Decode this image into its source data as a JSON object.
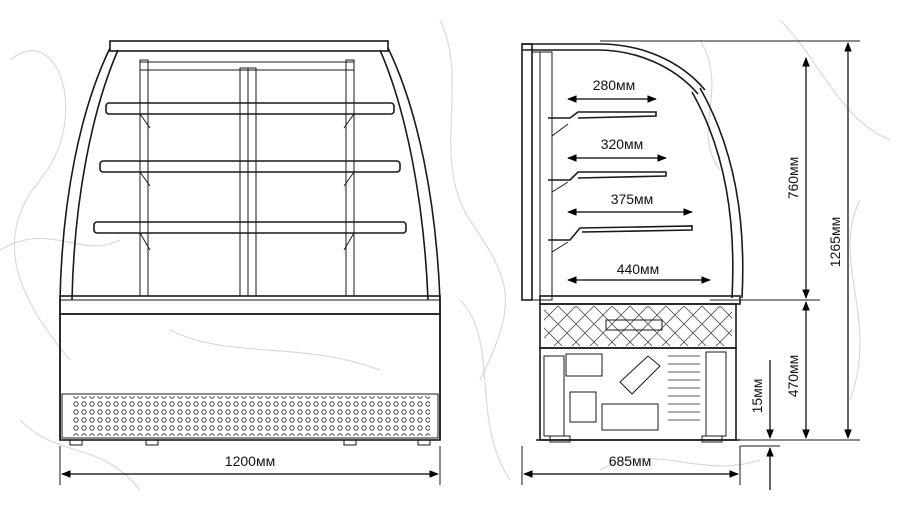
{
  "units_suffix": "мм",
  "front_view": {
    "width_label": "1200мм"
  },
  "side_view": {
    "depth_label": "685мм",
    "shelves": [
      {
        "label": "280мм"
      },
      {
        "label": "320мм"
      },
      {
        "label": "375мм"
      },
      {
        "label": "440мм"
      }
    ],
    "heights": {
      "upper_label": "760мм",
      "total_label": "1265мм",
      "lower_label": "470мм",
      "foot_label": "15мм"
    }
  },
  "colors": {
    "line": "#1a1a1a",
    "background_sketch": "#c9c9c9",
    "dimension_arrow": "#000000"
  }
}
